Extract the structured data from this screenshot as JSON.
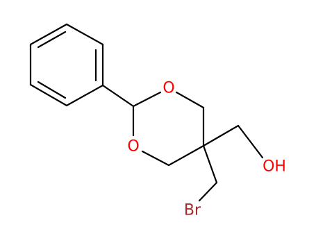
{
  "molecule": {
    "atoms": {
      "o_ring_upper": "O",
      "o_ring_lower": "O",
      "hydroxyl": "OH",
      "bromine": "Br"
    },
    "colors": {
      "bond": "#000000",
      "oxygen": "#ff0000",
      "bromine": "#a52a2a"
    }
  }
}
